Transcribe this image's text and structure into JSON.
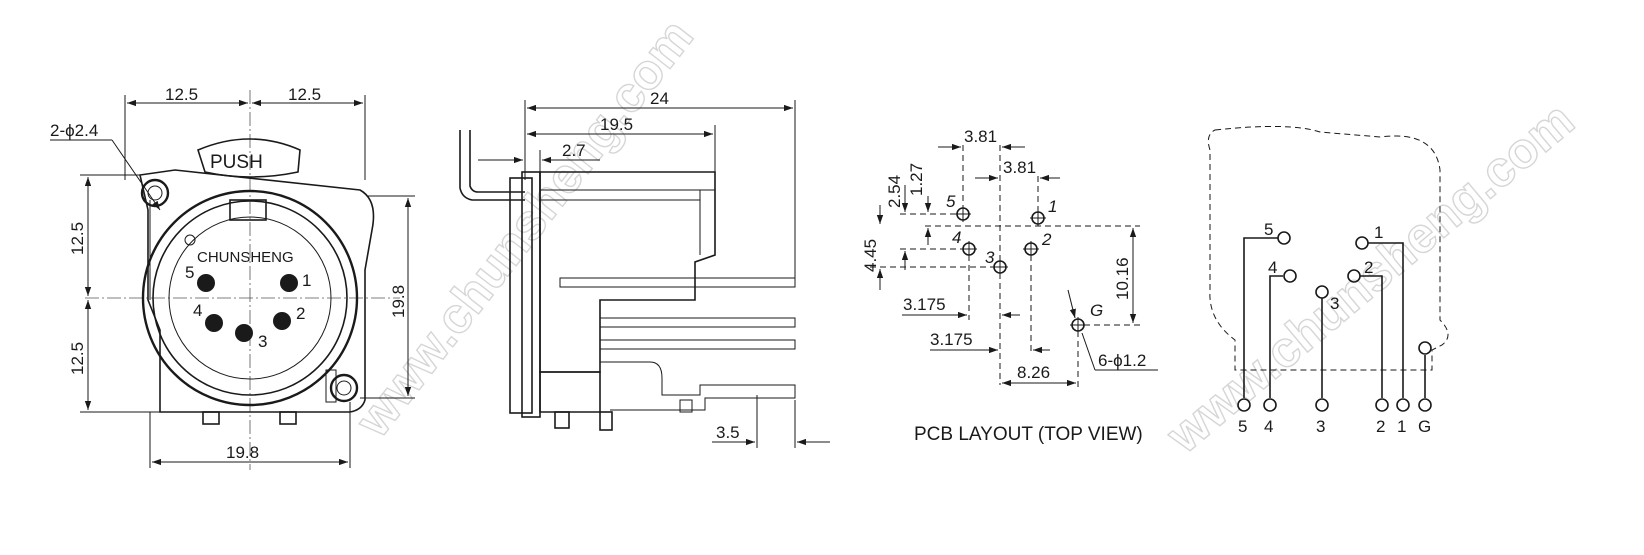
{
  "watermark": "www.chunsheng.com",
  "front_view": {
    "push_label": "PUSH",
    "brand_label": "CHUNSHENG",
    "dim_left_half_width": "12.5",
    "dim_right_half_width": "12.5",
    "dim_mount_holes": "2-ϕ2.4",
    "dim_upper_half_height": "12.5",
    "dim_lower_half_height": "12.5",
    "dim_height": "19.8",
    "dim_width": "19.8",
    "pins": [
      "1",
      "2",
      "3",
      "4",
      "5"
    ]
  },
  "side_view": {
    "dim_total_length": "24",
    "dim_length": "19.5",
    "dim_flange": "2.7",
    "dim_pin_offset": "3.5"
  },
  "pcb_layout": {
    "title": "PCB LAYOUT (TOP VIEW)",
    "dim_pitch_top_1": "3.81",
    "dim_pitch_top_2": "3.81",
    "dim_v_2_54": "2.54",
    "dim_v_1_27": "1.27",
    "dim_v_4_45": "4.45",
    "dim_v_10_16": "10.16",
    "dim_h_3_175_a": "3.175",
    "dim_h_3_175_b": "3.175",
    "dim_h_8_26": "8.26",
    "dim_holes": "6-ϕ1.2",
    "pins": [
      "1",
      "2",
      "3",
      "4",
      "5",
      "G"
    ]
  },
  "schematic": {
    "pins_top": [
      "5",
      "1",
      "4",
      "2",
      "3"
    ],
    "pins_bottom": [
      "5",
      "4",
      "3",
      "2",
      "1",
      "G"
    ]
  }
}
